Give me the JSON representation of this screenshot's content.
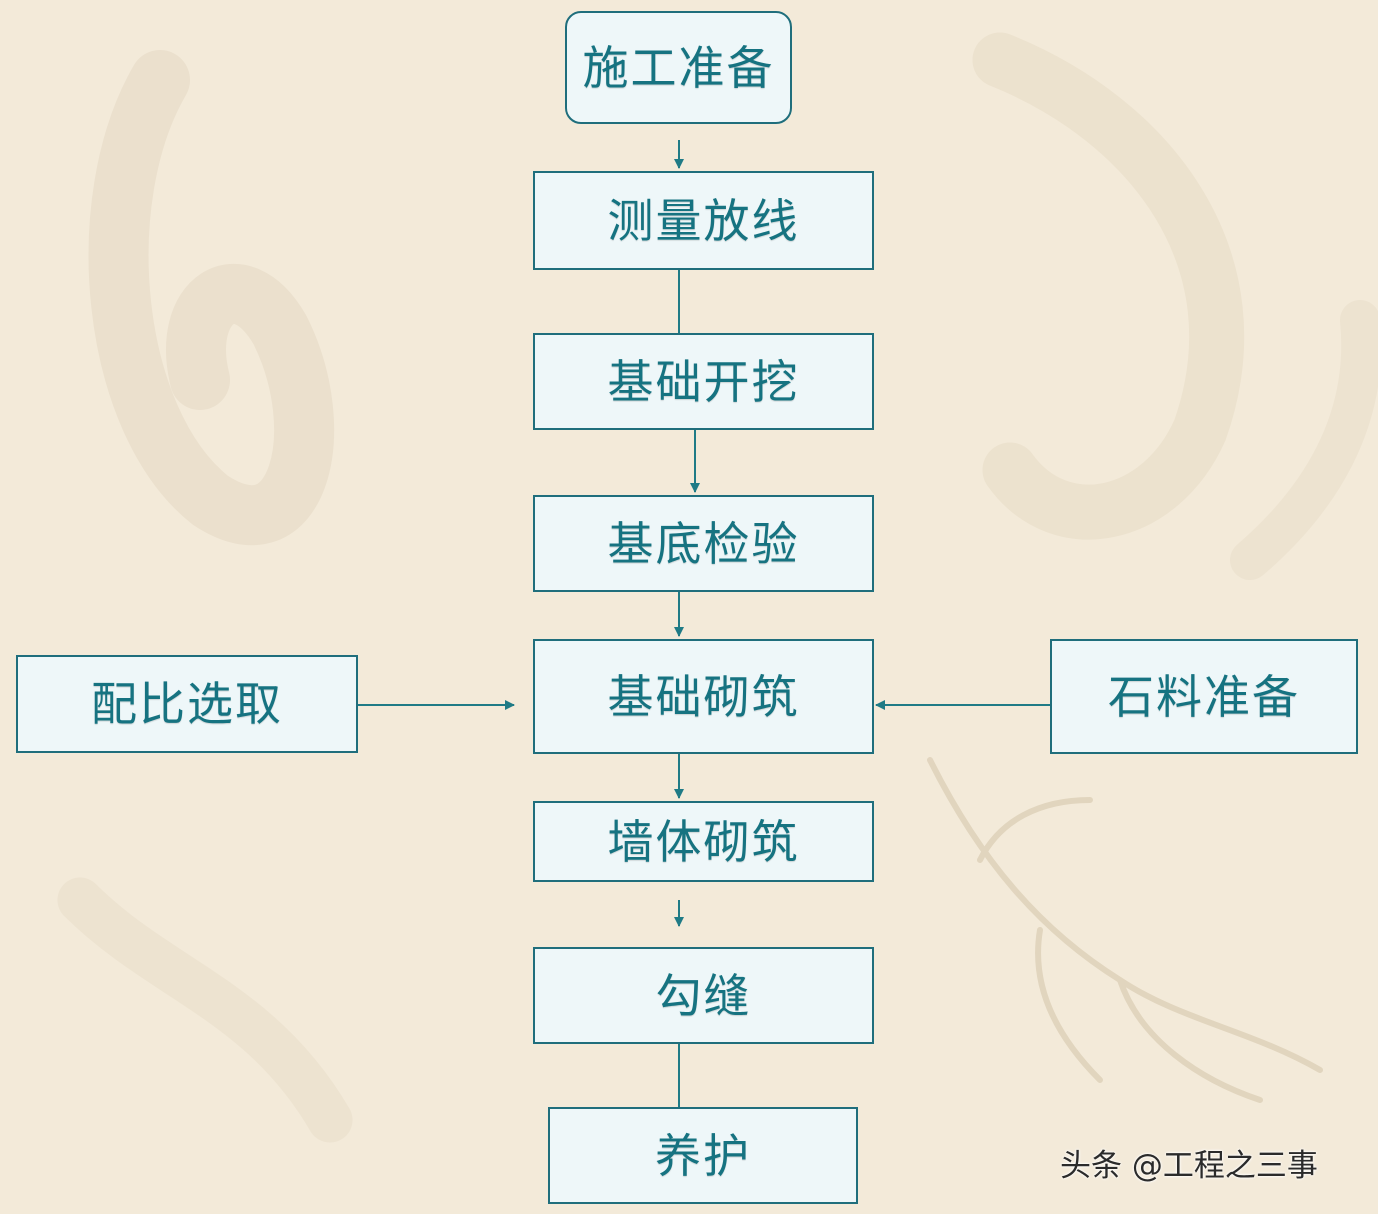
{
  "colors": {
    "background": "#f3ead9",
    "node_fill": "#eef7f9",
    "node_border": "#1f6e7c",
    "text": "#167381",
    "arrow": "#1f7b86"
  },
  "nodes": {
    "start": "施工准备",
    "survey": "测量放线",
    "excavation": "基础开挖",
    "inspection": "基底检验",
    "foundation_masonry": "基础砌筑",
    "mix_selection": "配比选取",
    "stone_prep": "石料准备",
    "wall_masonry": "墙体砌筑",
    "pointing": "勾缝",
    "curing": "养护"
  },
  "watermark": {
    "text": "头条 @工程之三事"
  }
}
